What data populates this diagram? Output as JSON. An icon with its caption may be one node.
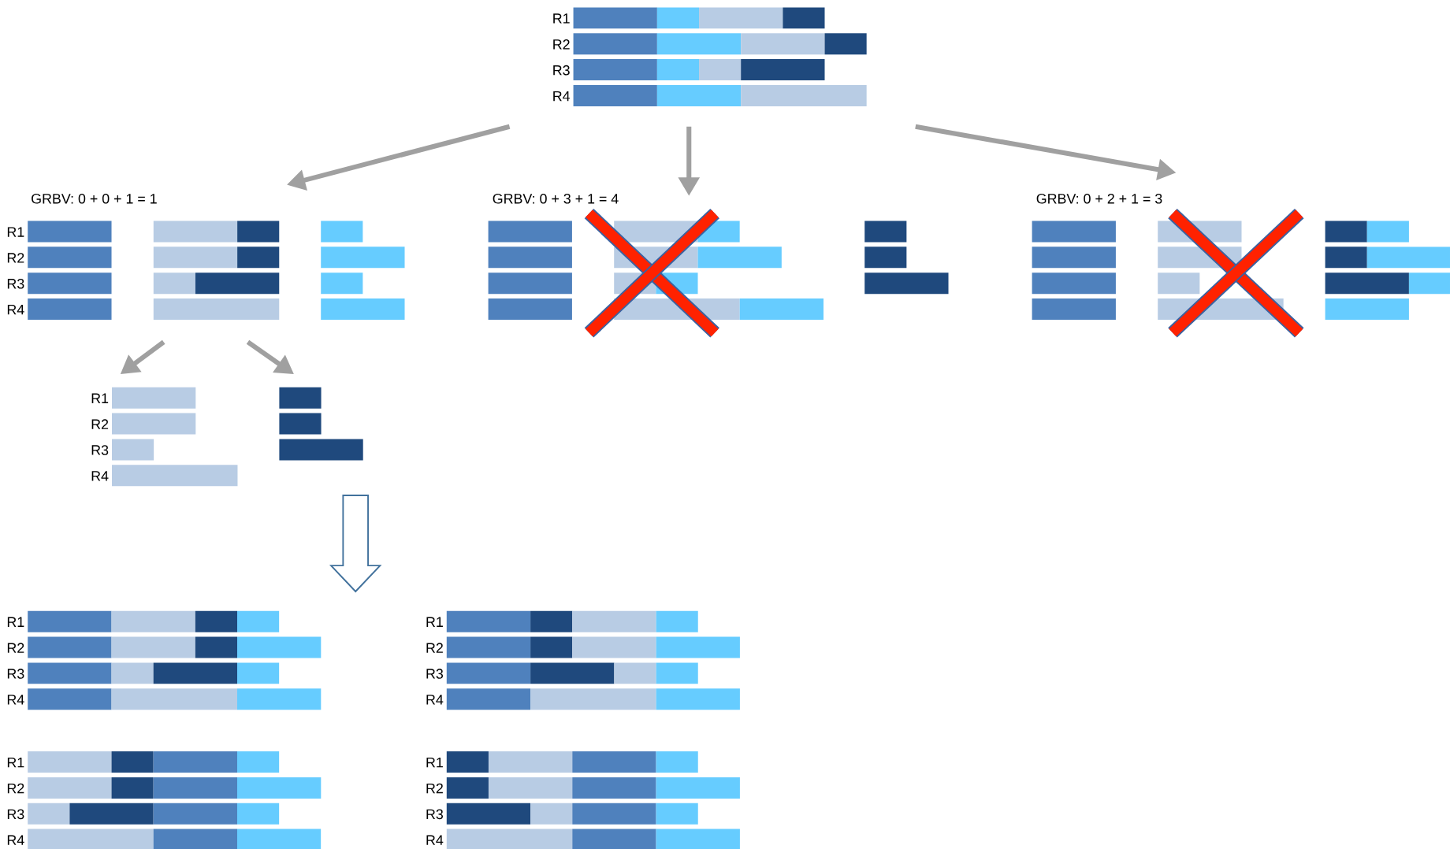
{
  "diagram": {
    "nodes": [
      {
        "text": [],
        "shape": "bar",
        "beside": [
          "R1",
          "R2",
          "R3",
          "R4"
        ]
      },
      {
        "text": [
          "GRBV: 0 + 0 + 1 = 1"
        ],
        "beside": [
          "R1",
          "R2",
          "R3",
          "R4"
        ]
      },
      {
        "text": [
          "GRBV: 0 + 3 + 1 = 4"
        ]
      },
      {
        "text": [
          "GRBV: 0 + 2 + 1 = 3"
        ]
      },
      {
        "text": [],
        "shape": "bar",
        "beside": [
          "R1",
          "R2",
          "R3",
          "R4"
        ]
      },
      {
        "text": [],
        "shape": "bar"
      },
      {
        "text": [],
        "shape": "bar",
        "beside": [
          "R1",
          "R2",
          "R3",
          "R4"
        ]
      },
      {
        "text": [],
        "shape": "bar",
        "beside": [
          "R1",
          "R2",
          "R3",
          "R4"
        ]
      },
      {
        "text": [],
        "shape": "bar",
        "beside": [
          "R1",
          "R2",
          "R3",
          "R4"
        ]
      },
      {
        "text": [],
        "shape": "bar",
        "beside": [
          "R1",
          "R2",
          "R3",
          "R4"
        ]
      }
    ],
    "edges": [
      {
        "from": 0,
        "to": 1,
        "arrow": "to"
      },
      {
        "from": 0,
        "to": 2,
        "arrow": "to"
      },
      {
        "from": 0,
        "to": 3,
        "arrow": "to"
      },
      {
        "from": 1,
        "to": 4,
        "arrow": "to"
      },
      {
        "from": 1,
        "to": 5,
        "arrow": "to"
      },
      {
        "from": 5,
        "to": null,
        "arrow": "to",
        "color": "#41719c"
      }
    ]
  }
}
